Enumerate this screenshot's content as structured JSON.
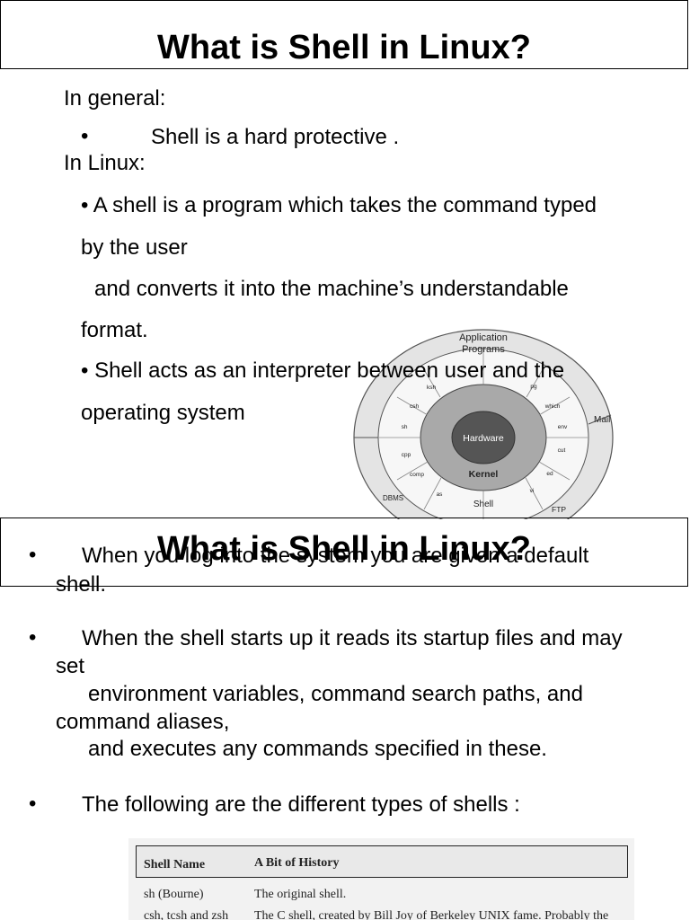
{
  "slide1": {
    "title": "What is Shell in Linux?",
    "in_general": "In general:",
    "general_bullet": "Shell is a hard protective .",
    "in_linux": "In Linux:",
    "linux_bullet1_line1": "• A shell is a program which takes the command typed",
    "linux_bullet1_line2": "by the user",
    "linux_bullet1_line3": "and converts it into the machine’s understandable",
    "linux_bullet1_line4": "format.",
    "linux_bullet2_line1": "• Shell acts as an interpreter between user and the",
    "linux_bullet2_line2": "operating system",
    "diagram": {
      "outer_label": "Application Programs",
      "hardware": "Hardware",
      "kernel": "Kernel",
      "shell": "Shell",
      "mail": "Mail",
      "dbms": "DBMS",
      "ftp": "FTP",
      "ring_items": [
        "ksh",
        "csh",
        "sh",
        "cpp",
        "comp",
        "as",
        "vi",
        "ed",
        "cut",
        "env",
        "which",
        "pg"
      ]
    }
  },
  "slide2": {
    "title": "What is Shell in Linux?",
    "bullet1_line1": "When you log into the system you are  given a default",
    "bullet1_line2": "shell.",
    "bullet2_line1": "When the shell starts up it reads its startup files and may",
    "bullet2_line2": "set",
    "bullet2_line3": "environment variables, command search paths, and",
    "bullet2_line4": "command aliases,",
    "bullet2_line5": "and executes any  commands specified in these.",
    "bullet3": "The following are the different types of shells :",
    "bullet_glyph": "•",
    "table": {
      "col1": "Shell Name",
      "col2": "A Bit of History",
      "row1_name": "sh (Bourne)",
      "row1_history": "The original shell.",
      "row2_name": "csh, tcsh and zsh",
      "row2_history": "The C shell, created by Bill Joy of Berkeley UNIX fame. Probably the"
    }
  }
}
